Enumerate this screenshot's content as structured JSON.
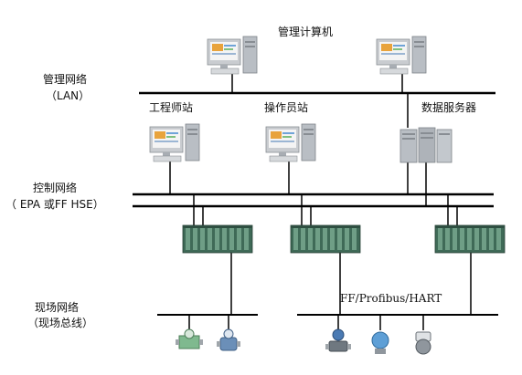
{
  "labels": {
    "management_computer": "管理计算机",
    "management_network": "管理网络",
    "lan": "（LAN）",
    "engineer_station": "工程师站",
    "operator_station": "操作员站",
    "data_server": "数据服务器",
    "control_network": "控制网络",
    "control_protocol": "（ EPA 或FF HSE）",
    "field_network": "现场网络",
    "field_bus": "（现场总线）",
    "fieldbus_protocols": "FF/Profibus/HART"
  },
  "colors": {
    "line": "#000000",
    "monitor_frame": "#c9ccd0",
    "screen_bg": "#f4f4f4",
    "tower": "#b9bec4",
    "controller": "#3f6a57",
    "controller_light": "#6f9e86",
    "device_green": "#7fb98f",
    "device_blue": "#4a7ab3",
    "device_grey": "#8f969d"
  },
  "icons": {
    "workstation": "desktop-computer-icon",
    "server": "server-tower-icon",
    "controller": "controller-rack-icon",
    "field_device": "field-instrument-icon"
  }
}
